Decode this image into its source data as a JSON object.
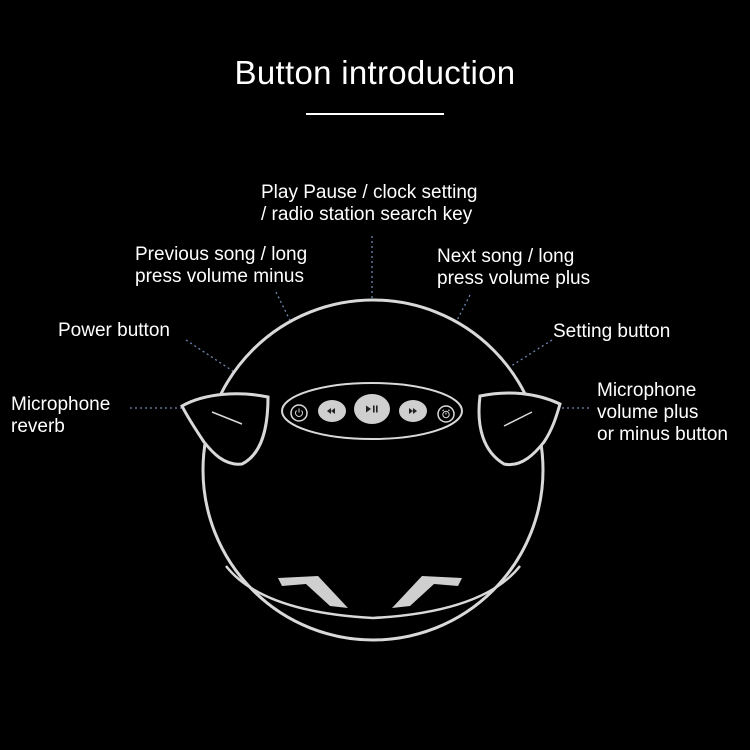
{
  "title": "Button introduction",
  "colors": {
    "background": "#000000",
    "text": "#ffffff",
    "outline": "#d9d9d9",
    "button_fill": "#cfcfcf",
    "leader_line": "#6f86b3"
  },
  "labels": {
    "play_pause": [
      "Play Pause / clock setting",
      "/ radio station search key"
    ],
    "previous": [
      "Previous song / long",
      "press volume minus"
    ],
    "next": [
      "Next song / long",
      "press volume plus"
    ],
    "power": [
      "Power button"
    ],
    "setting": [
      "Setting button"
    ],
    "mic_reverb": [
      "Microphone",
      "reverb"
    ],
    "mic_volume": [
      "Microphone",
      "volume plus",
      "or minus button"
    ]
  },
  "icons": {
    "power": "power-icon",
    "previous": "rewind-icon",
    "play_pause": "play-pause-icon",
    "next": "fast-forward-icon",
    "setting": "alarm-clock-icon"
  }
}
